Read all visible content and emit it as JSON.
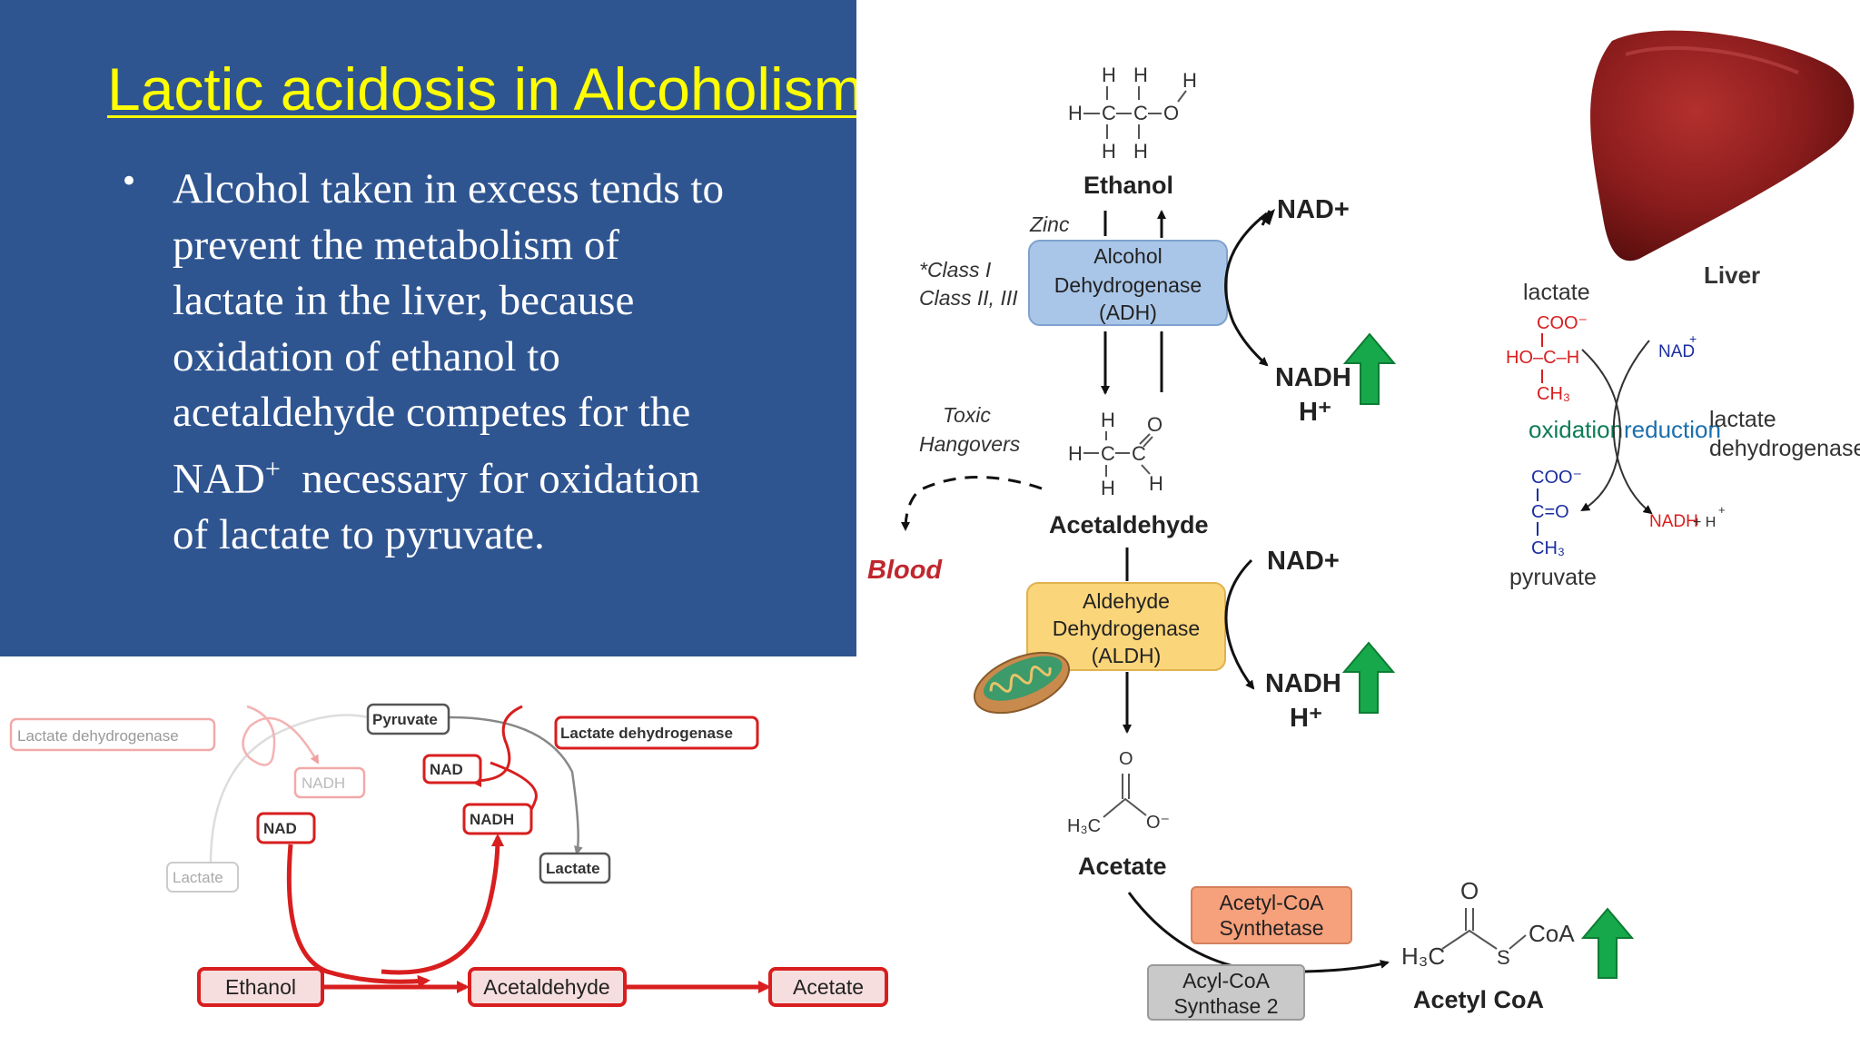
{
  "slide": {
    "title": "Lactic acidosis in Alcoholism",
    "bullet": "•",
    "lines": [
      "Alcohol taken in excess tends to",
      "prevent the metabolism of",
      "lactate in the liver, because",
      "oxidation of ethanol to",
      "acetaldehyde competes for the",
      "necessary for oxidation",
      "of lactate to pyruvate."
    ],
    "nad_main": "NAD",
    "nad_sup": "+"
  },
  "pathway": {
    "ethanol": "Ethanol",
    "zinc": "Zinc",
    "class1": "*Class I",
    "class23": "Class II, III",
    "adh": [
      "Alcohol",
      "Dehydrogenase",
      "(ADH)"
    ],
    "nad_plus_1": "NAD+",
    "nadh_1": "NADH",
    "h_plus_1": "H⁺",
    "toxic": "Toxic",
    "hangovers": "Hangovers",
    "blood": "Blood",
    "acetaldehyde": "Acetaldehyde",
    "aldh": [
      "Aldehyde",
      "Dehydrogenase",
      "(ALDH)"
    ],
    "nad_plus_2": "NAD+",
    "nadh_2": "NADH",
    "h_plus_2": "H⁺",
    "acetate": "Acetate",
    "acetyl_synthetase": [
      "Acetyl-CoA",
      "Synthetase"
    ],
    "acyl_synthase": [
      "Acyl-CoA",
      "Synthase 2"
    ],
    "acetyl_coa": "Acetyl CoA",
    "coa": "CoA",
    "h3c": "H₃C",
    "atom_h": "H",
    "atom_c": "C",
    "atom_o": "O",
    "o_minus": "O⁻",
    "colors": {
      "enzyme_blue": "#a9c6e8",
      "enzyme_yellow": "#fbd57a",
      "enzyme_orange": "#f7a07c",
      "enzyme_gray": "#c9c9c9",
      "arrow_green": "#16a84a",
      "blood_red": "#c0272d"
    }
  },
  "liver": {
    "label": "Liver",
    "lactate": "lactate",
    "coo": "COO⁻",
    "hoch": "HO–C–H",
    "ch3": "CH₃",
    "oxidation": "oxidation",
    "reduction": "reduction",
    "nad": "NAD",
    "nad_sup": "+",
    "enzyme": [
      "lactate",
      "dehydrogenase"
    ],
    "co": "C=O",
    "nadh_h": "NADH",
    "plus_h": "+ H",
    "plus_sup": "+",
    "pyruvate": "pyruvate"
  },
  "cycle": {
    "ldh_left": "Lactate dehydrogenase",
    "ldh_right": "Lactate dehydrogenase",
    "pyruvate": "Pyruvate",
    "nadh_faded": "NADH",
    "nad_left": "NAD",
    "lactate_left": "Lactate",
    "nad_right": "NAD",
    "nadh_right": "NADH",
    "lactate_right": "Lactate",
    "ethanol": "Ethanol",
    "acetaldehyde": "Acetaldehyde",
    "acetate": "Acetate"
  }
}
